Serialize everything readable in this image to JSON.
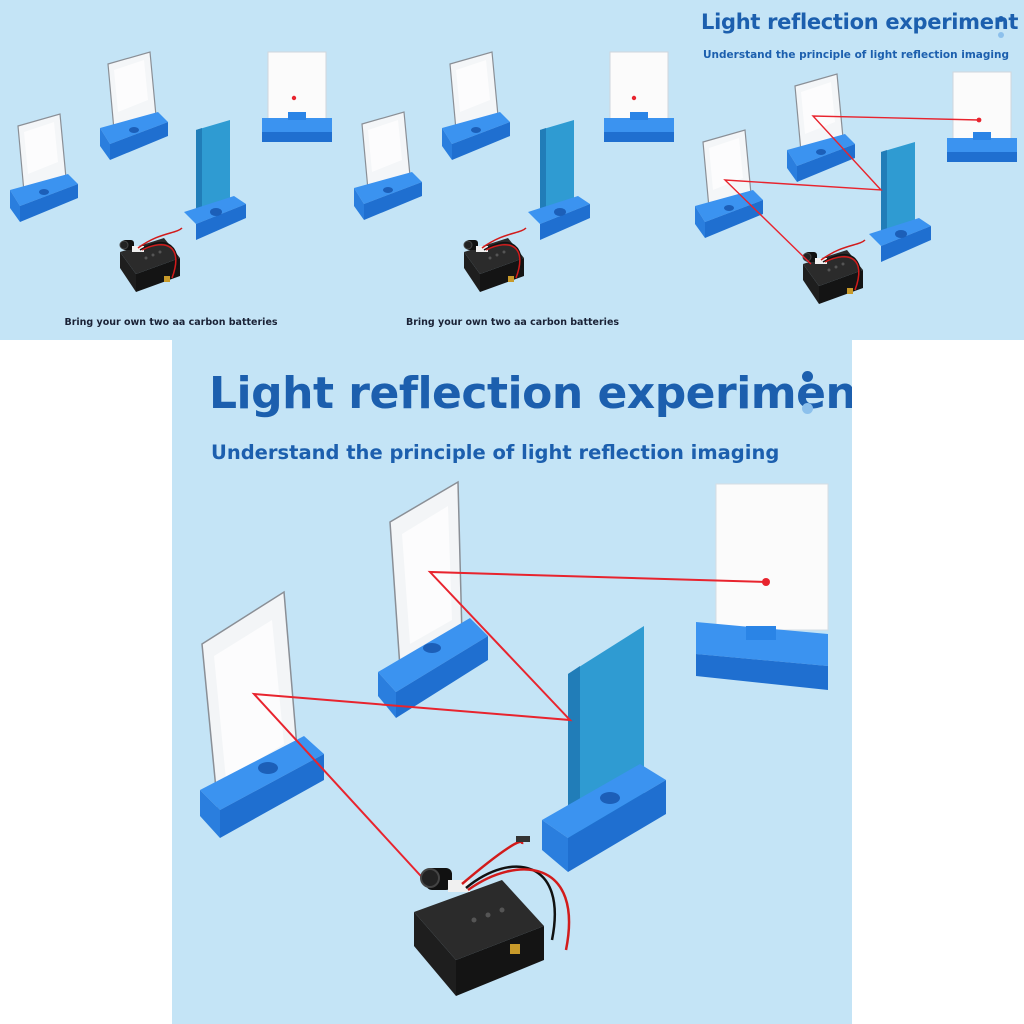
{
  "panels": {
    "top_left": {
      "caption": "Bring your own two aa carbon batteries"
    },
    "top_middle": {
      "caption": "Bring your own two aa carbon batteries"
    },
    "top_right": {
      "title": "Light reflection experiment",
      "subtitle": "Understand the principle of light reflection imaging"
    },
    "main": {
      "title": "Light reflection experiment",
      "subtitle": "Understand the principle of light reflection imaging"
    }
  },
  "colors": {
    "background": "#c4e4f6",
    "title": "#1c5fae",
    "base_blue": "#2a84e6",
    "filter_blue": "#2f9bd2",
    "laser_red": "#e8242e",
    "battery_black": "#1a1a1a"
  }
}
